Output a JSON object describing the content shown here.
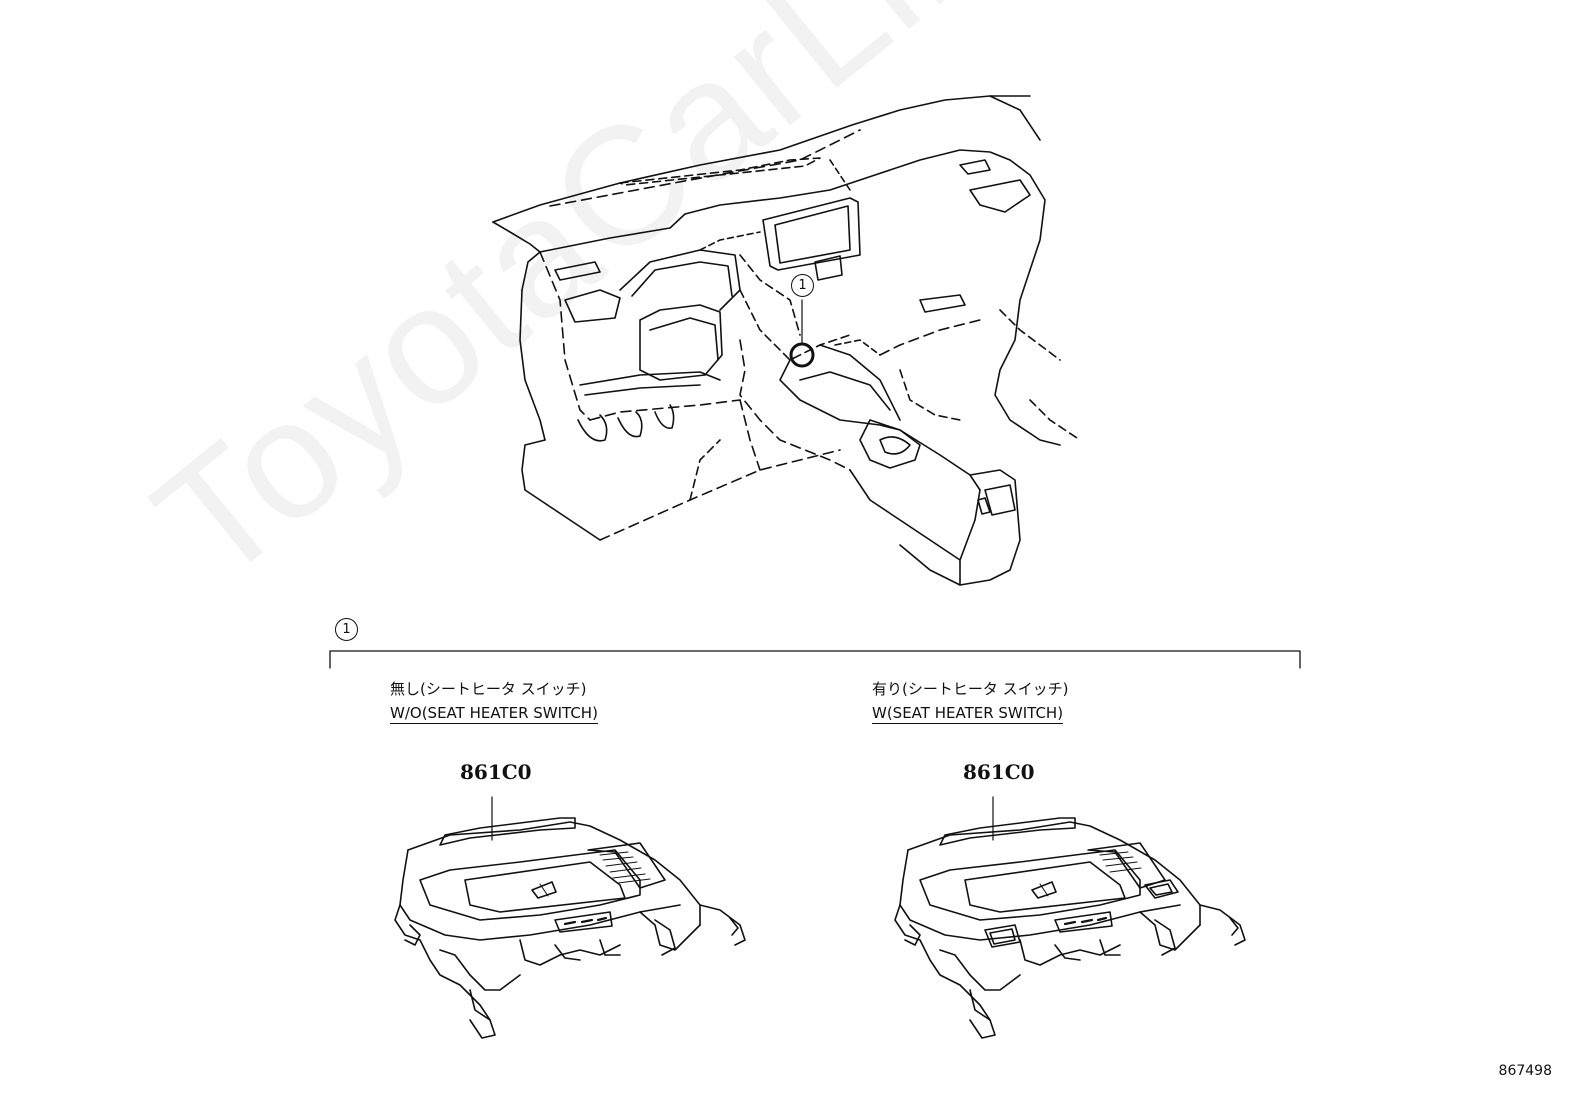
{
  "watermark": "ToyotaCarLine.ru",
  "callout_number": "1",
  "variants": [
    {
      "label_jp": "無し(シートヒータ スイッチ)",
      "label_en": "W/O(SEAT HEATER SWITCH)",
      "part_number": "861C0"
    },
    {
      "label_jp": "有り(シートヒータ スイッチ)",
      "label_en": "W(SEAT HEATER SWITCH)",
      "part_number": "861C0"
    }
  ],
  "illustration_number": "867498"
}
